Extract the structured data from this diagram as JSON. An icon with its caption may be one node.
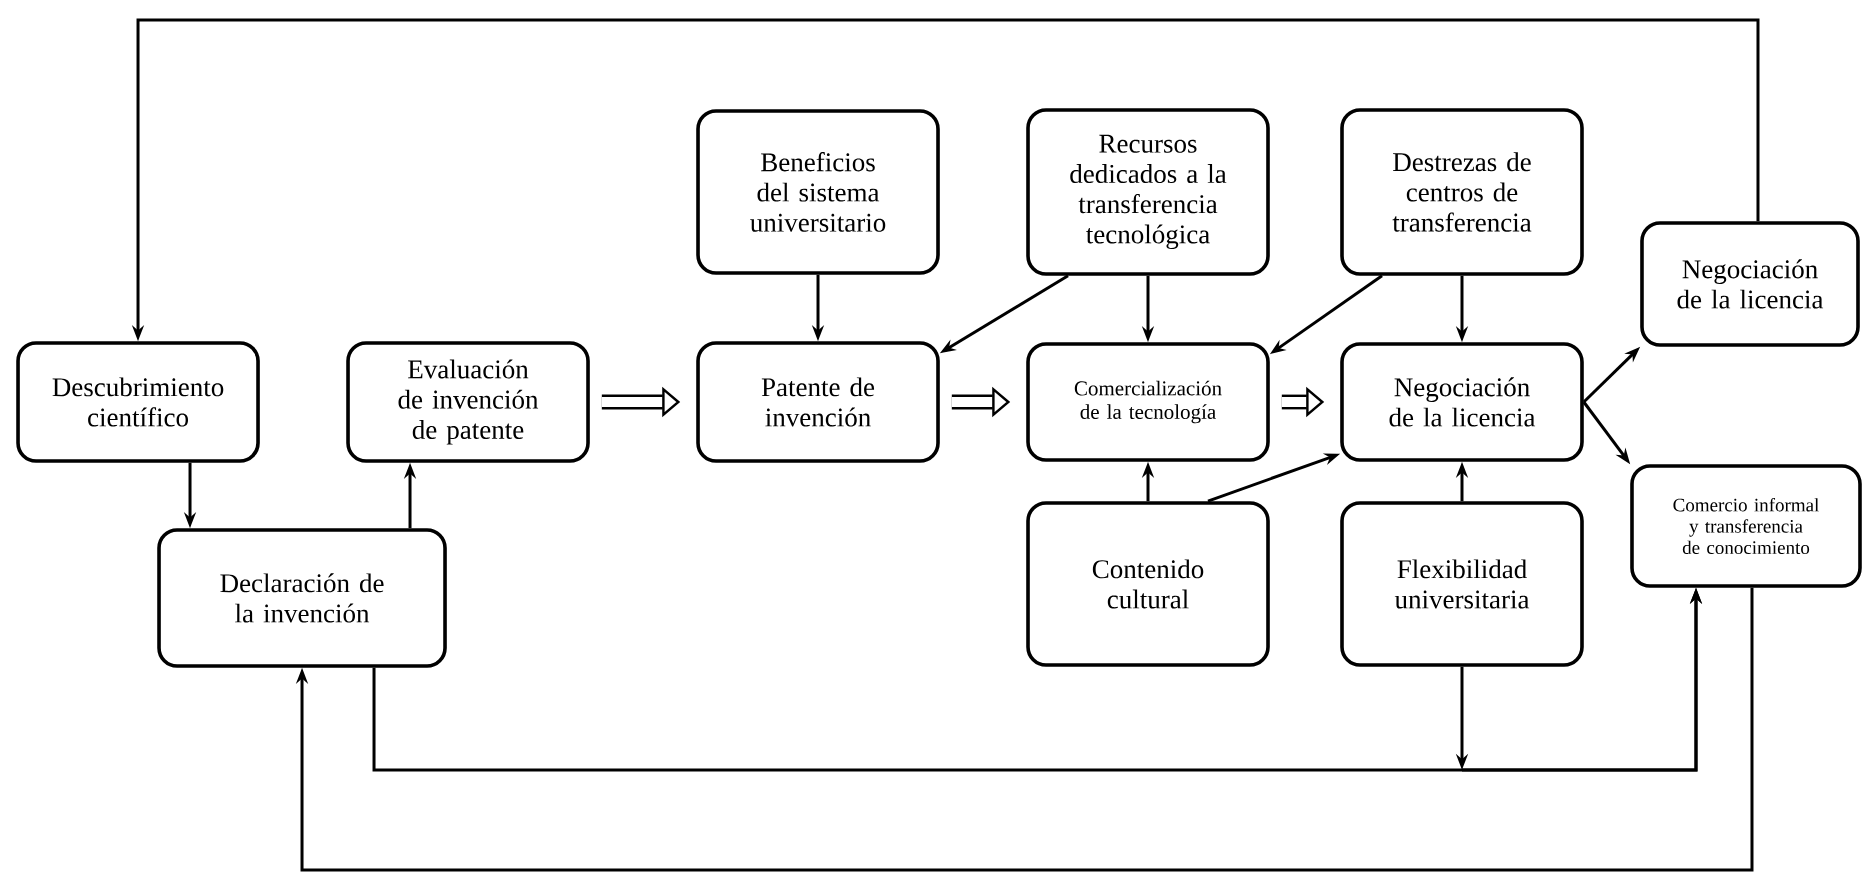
{
  "diagram": {
    "nodes": [
      {
        "text": [
          "Descubrimiento científico"
        ]
      },
      {
        "text": [
          "Declaración de la invención"
        ]
      },
      {
        "text": [
          "Evaluación de invención de patente"
        ]
      },
      {
        "text": [
          "Beneficios del sistema universitario"
        ]
      },
      {
        "text": [
          "Patente de invención"
        ]
      },
      {
        "text": [
          "Recursos dedicados a la transferencia tecnológica"
        ]
      },
      {
        "text": [
          "Comercialización de la tecnología"
        ]
      },
      {
        "text": [
          "Contenido cultural"
        ]
      },
      {
        "text": [
          "Destrezas de centros de transferencia"
        ]
      },
      {
        "text": [
          "Negociación de la licencia"
        ]
      },
      {
        "text": [
          "Flexibilidad universitaria"
        ]
      },
      {
        "text": [
          "Negociación de la licencia"
        ]
      },
      {
        "text": [
          "Comercio informal y transferencia de conocimiento"
        ]
      }
    ],
    "edges": [
      {
        "from": 11,
        "to": 0,
        "arrow": "to"
      },
      {
        "from": 0,
        "to": 1,
        "arrow": "to"
      },
      {
        "from": 1,
        "to": 2,
        "arrow": "to"
      },
      {
        "from": 2,
        "to": 4,
        "arrow": "to",
        "style": "thick"
      },
      {
        "from": 3,
        "to": 4,
        "arrow": "to"
      },
      {
        "from": 5,
        "to": 4,
        "arrow": "to"
      },
      {
        "from": 5,
        "to": 6,
        "arrow": "to"
      },
      {
        "from": 4,
        "to": 6,
        "arrow": "to",
        "style": "thick"
      },
      {
        "from": 7,
        "to": 6,
        "arrow": "to"
      },
      {
        "from": 7,
        "to": 9,
        "arrow": "to"
      },
      {
        "from": 8,
        "to": 6,
        "arrow": "to"
      },
      {
        "from": 8,
        "to": 9,
        "arrow": "to"
      },
      {
        "from": 6,
        "to": 9,
        "arrow": "to",
        "style": "thick"
      },
      {
        "from": 10,
        "to": 9,
        "arrow": "to"
      },
      {
        "from": 9,
        "to": 11,
        "arrow": "to"
      },
      {
        "from": 9,
        "to": 12,
        "arrow": "to"
      },
      {
        "from": 1,
        "to": 12,
        "arrow": "to"
      },
      {
        "from": 10,
        "to": 12,
        "arrow": "to"
      },
      {
        "from": 12,
        "to": 1,
        "arrow": "to"
      }
    ]
  }
}
